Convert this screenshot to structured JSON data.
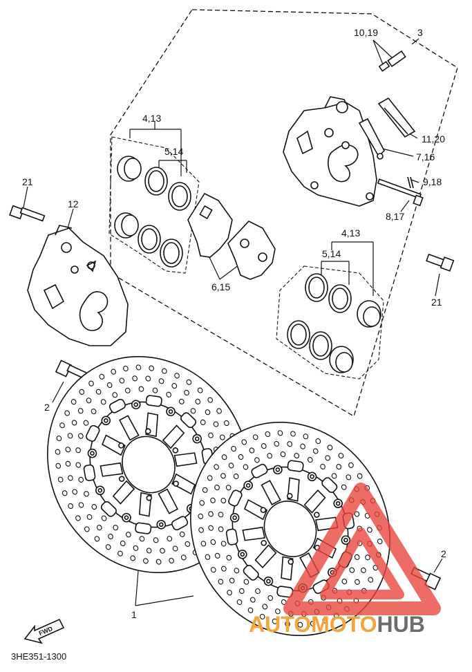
{
  "diagram": {
    "callouts": {
      "c_10_19": "10,19",
      "c_3": "3",
      "c_11_20": "11,20",
      "c_7_16": "7,16",
      "c_9_18": "9,18",
      "c_8_17": "8,17",
      "c_4_13_top": "4,13",
      "c_5_14_top": "5,14",
      "c_21_left": "21",
      "c_12": "12",
      "c_6_15": "6,15",
      "c_4_13_bottom": "4,13",
      "c_5_14_bottom": "5,14",
      "c_21_right": "21",
      "c_2_left": "2",
      "c_2_right": "2",
      "c_1": "1"
    },
    "fwd_label": "FWD",
    "part_code": "3HE351-1300"
  },
  "watermark": {
    "text_part1": "AUTOMOTO",
    "text_part2": "HUB",
    "color_red": "#e8453c",
    "color_orange": "#f2a53a",
    "color_gray": "#6d6d6d"
  }
}
